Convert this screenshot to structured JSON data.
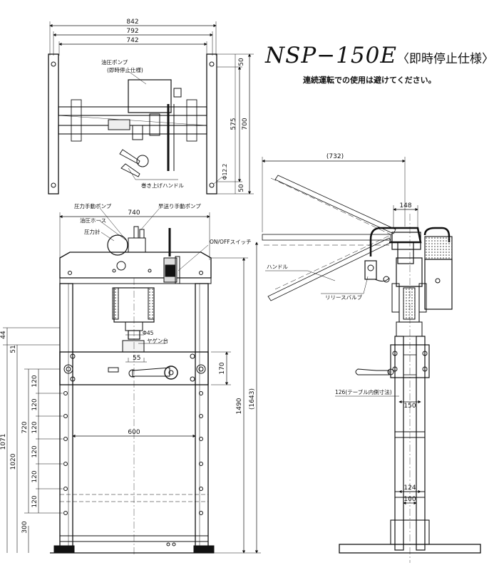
{
  "title": {
    "model": "NSP−150E",
    "sub": "〈即時停止仕様〉"
  },
  "note": "連続運転での使用は避けてください。",
  "top_view": {
    "dims": {
      "w1": "842",
      "w2": "792",
      "w3": "742",
      "d1": "50",
      "d2": "575",
      "d3": "700",
      "d4": "50",
      "hole": "Φ12.2"
    },
    "labels": {
      "pump": "油圧ポンプ",
      "pump_sub": "(即時停止仕様)",
      "handle": "巻き上げハンドル"
    }
  },
  "front_view": {
    "dims": {
      "width": "740",
      "d44": "44",
      "d51": "51",
      "d45": "Φ45",
      "d55": "55",
      "d170": "170",
      "p1": "120",
      "p2": "120",
      "p3": "120",
      "p4": "120",
      "p5": "120",
      "p6": "120",
      "d720": "720",
      "d1020": "1020",
      "d1071": "1071",
      "d1490": "1490",
      "d1643": "(1643)",
      "d600": "600",
      "d300": "300"
    },
    "labels": {
      "manual_pump": "圧力手動ポンプ",
      "hose": "油圧ホース",
      "gauge": "圧力計",
      "fast_pump": "早送り手動ポンプ",
      "switch": "ON/OFFスイッチ",
      "yagen": "ヤゲン台"
    }
  },
  "side_view": {
    "dims": {
      "d732": "(732)",
      "d148": "148",
      "d126": "126(テーブル内側寸法)",
      "d150": "150",
      "d124": "124",
      "d100": "100"
    },
    "labels": {
      "handle": "ハンドル",
      "release": "リリースバルブ"
    }
  }
}
